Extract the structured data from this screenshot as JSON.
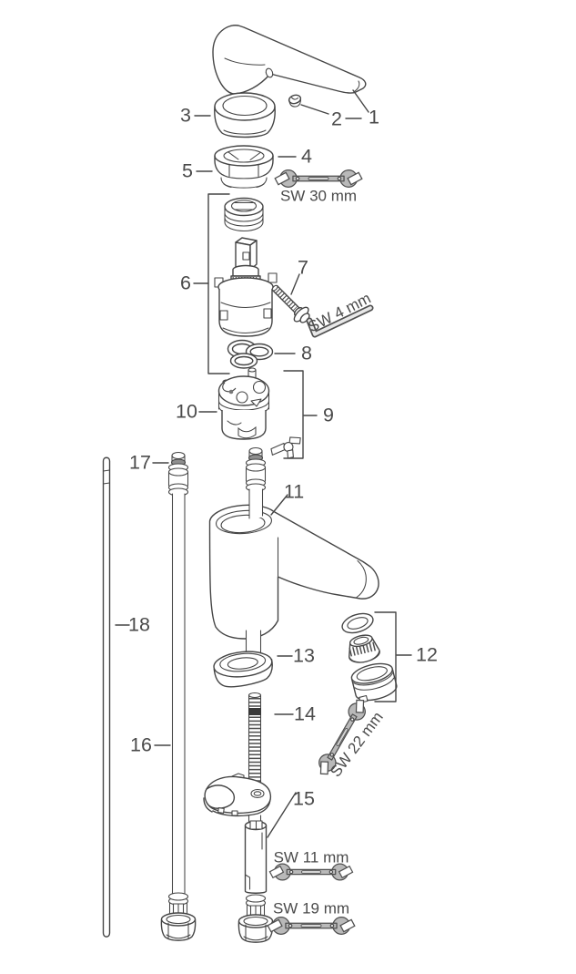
{
  "diagram_kind": "exploded-parts-diagram",
  "part_labels": {
    "p1": "1",
    "p2": "2",
    "p3": "3",
    "p4": "4",
    "p5": "5",
    "p6": "6",
    "p7": "7",
    "p8": "8",
    "p9": "9",
    "p10": "10",
    "p11": "11",
    "p12": "12",
    "p13": "13",
    "p14": "14",
    "p15": "15",
    "p16": "16",
    "p17": "17",
    "p18": "18"
  },
  "tool_labels": {
    "sw30": "SW 30 mm",
    "sw4": "SW 4 mm",
    "sw22": "SW 22 mm",
    "sw11": "SW 11 mm",
    "sw19": "SW 19 mm"
  },
  "icons": {
    "wrench": "open-end-wrench-icon",
    "hex_key": "hex-key-icon"
  },
  "colors": {
    "background": "#ffffff",
    "line": "#454545",
    "label_text": "#4b4b4b",
    "tool_fill": "#b9b9b9",
    "tool_stroke": "#4f4f4f"
  }
}
